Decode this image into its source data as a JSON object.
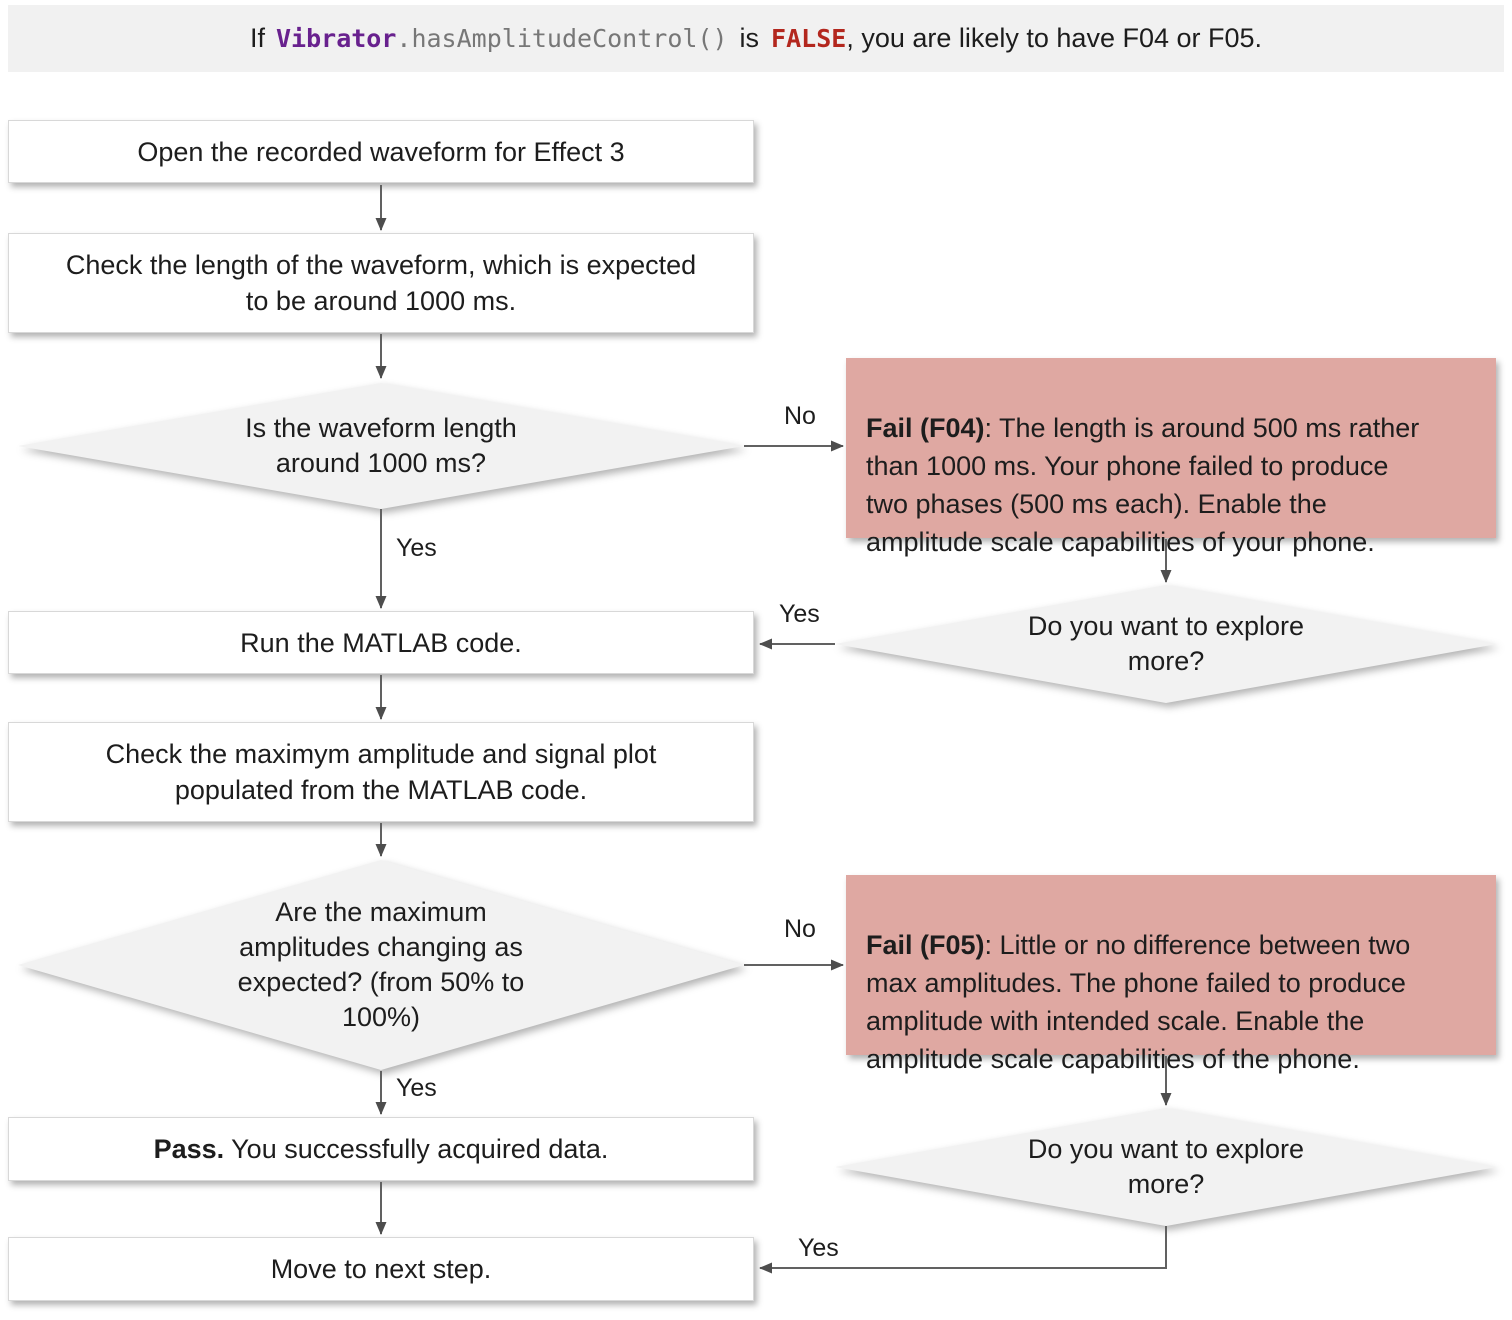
{
  "banner": {
    "prefix": "If",
    "code_object": "Vibrator",
    "code_method": ".hasAmplitudeControl()",
    "connector": "is",
    "code_value": "FALSE",
    "suffix": ", you are likely to have F04 or F05."
  },
  "nodes": {
    "open_waveform": "Open the recorded waveform for Effect 3",
    "check_length": "Check the length of the waveform, which is expected\nto be around 1000 ms.",
    "length_question": "Is the waveform length\naround 1000 ms?",
    "fail_f04_lead": "Fail (F04)",
    "fail_f04_text": ": The length is around 500 ms rather\nthan 1000 ms. Your phone failed to produce\ntwo phases (500 ms each). Enable the\namplitude scale capabilities of your phone.",
    "explore_more_1": "Do you want to explore\nmore?",
    "run_matlab": "Run the MATLAB code.",
    "check_amplitude": "Check the maximym amplitude and signal plot\npopulated from the MATLAB code.",
    "amplitude_question": "Are the maximum\namplitudes changing as\nexpected? (from 50% to\n100%)",
    "fail_f05_lead": "Fail (F05)",
    "fail_f05_text": ": Little or no difference between two\nmax amplitudes. The phone failed to produce\namplitude with intended scale. Enable the\namplitude scale capabilities of the phone.",
    "explore_more_2": "Do you want to explore\nmore?",
    "pass_lead": "Pass.",
    "pass_text": "You successfully acquired data.",
    "move_next": "Move to next step."
  },
  "edge_labels": {
    "length_no": "No",
    "length_yes": "Yes",
    "explore1_yes": "Yes",
    "amplitude_no": "No",
    "amplitude_yes": "Yes",
    "explore2_yes": "Yes"
  },
  "colors": {
    "banner_bg": "#f1f1f1",
    "code_purple": "#68218e",
    "code_gray": "#777777",
    "false_red": "#b3271e",
    "fail_bg": "#dfa8a2",
    "diamond_bg": "#f2f2f2",
    "arrow": "#616161",
    "text": "#1d1d1d"
  }
}
